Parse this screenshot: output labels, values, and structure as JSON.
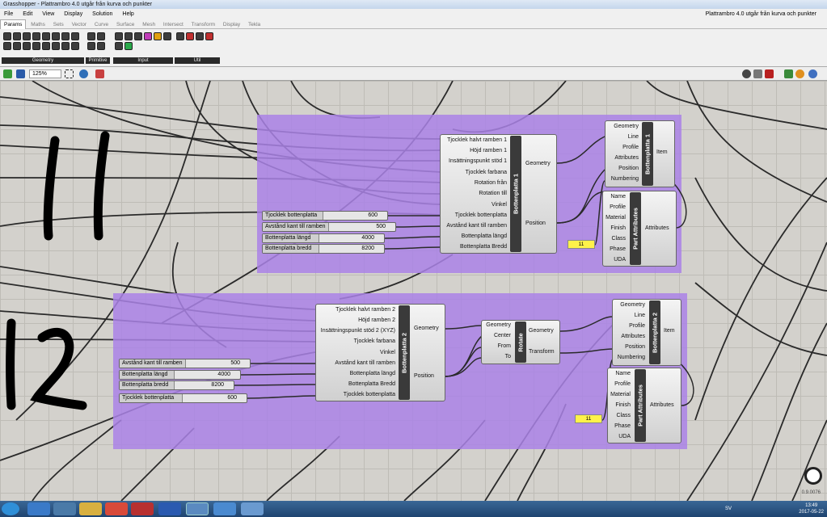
{
  "window": {
    "title": "Grasshopper - Plattrambro 4.0 utgår från kurva och punkter",
    "doc_title": "Plattrambro 4.0 utgår från kurva och punkter"
  },
  "menu": [
    "File",
    "Edit",
    "View",
    "Display",
    "Solution",
    "Help"
  ],
  "tabs": [
    "Params",
    "Maths",
    "Sets",
    "Vector",
    "Curve",
    "Surface",
    "Mesh",
    "Intersect",
    "Transform",
    "Display",
    "Tekla"
  ],
  "ribbon_groups": [
    "Geometry",
    "Primitive",
    "Input",
    "Util"
  ],
  "zoom": "125%",
  "annotations": {
    "a": "11",
    "b": "12"
  },
  "group1": {
    "comp": {
      "name": "Bottenplatta 1",
      "inputs": [
        "Tjocklek halvt ramben 1",
        "Höjd ramben 1",
        "Insättningspunkt stöd 1",
        "Tjocklek farbana",
        "Rotation från",
        "Rotation till",
        "Vinkel",
        "Tjocklek bottenplatta",
        "Avstånd kant till ramben",
        "Bottenplatta längd",
        "Bottenplatta Bredd"
      ],
      "outputs": [
        "Geometry",
        "Position"
      ]
    },
    "beam": {
      "name": "Bottenplatta 1",
      "inputs": [
        "Geometry",
        "Line",
        "Profile",
        "Attributes",
        "Position",
        "Numbering"
      ],
      "output": "Item"
    },
    "attr": {
      "name": "Part Attributes",
      "inputs": [
        "Name",
        "Profile",
        "Material",
        "Finish",
        "Class",
        "Phase",
        "UDA"
      ],
      "output": "Attributes"
    },
    "sliders": [
      {
        "label": "Tjocklek bottenplatta",
        "value": "600"
      },
      {
        "label": "Avstånd kant till ramben",
        "value": "500"
      },
      {
        "label": "Bottenplatta längd",
        "value": "4000"
      },
      {
        "label": "Bottenplatta bredd",
        "value": "8200"
      }
    ],
    "panel": "11"
  },
  "group2": {
    "comp": {
      "name": "Bottenplatta 2",
      "inputs": [
        "Tjocklek halvt ramben 2",
        "Höjd ramben 2",
        "Insättningspunkt stöd 2 (XYZ)",
        "Tjocklek farbana",
        "Vinkel",
        "Avstånd kant till ramben",
        "Bottenplatta längd",
        "Bottenplatta Bredd",
        "Tjocklek bottenplatta"
      ],
      "outputs": [
        "Geometry",
        "Position"
      ]
    },
    "rotate": {
      "name": "Rotate",
      "inputs": [
        "Geometry",
        "Center",
        "From",
        "To"
      ],
      "outputs": [
        "Geometry",
        "Transform"
      ]
    },
    "beam": {
      "name": "Bottenplatta 2",
      "inputs": [
        "Geometry",
        "Line",
        "Profile",
        "Attributes",
        "Position",
        "Numbering"
      ],
      "output": "Item"
    },
    "attr": {
      "name": "Part Attributes",
      "inputs": [
        "Name",
        "Profile",
        "Material",
        "Finish",
        "Class",
        "Phase",
        "UDA"
      ],
      "output": "Attributes"
    },
    "sliders": [
      {
        "label": "Avstånd kant till ramben",
        "value": "500"
      },
      {
        "label": "Bottenplatta längd",
        "value": "4000"
      },
      {
        "label": "Bottenplatta bredd",
        "value": "8200"
      },
      {
        "label": "Tjocklek bottenplatta",
        "value": "600"
      }
    ],
    "panel": "11"
  },
  "status": {
    "version": "0.9.0076"
  },
  "tray": {
    "lang": "SV",
    "time": "13:49",
    "date": "2017-05-22"
  }
}
